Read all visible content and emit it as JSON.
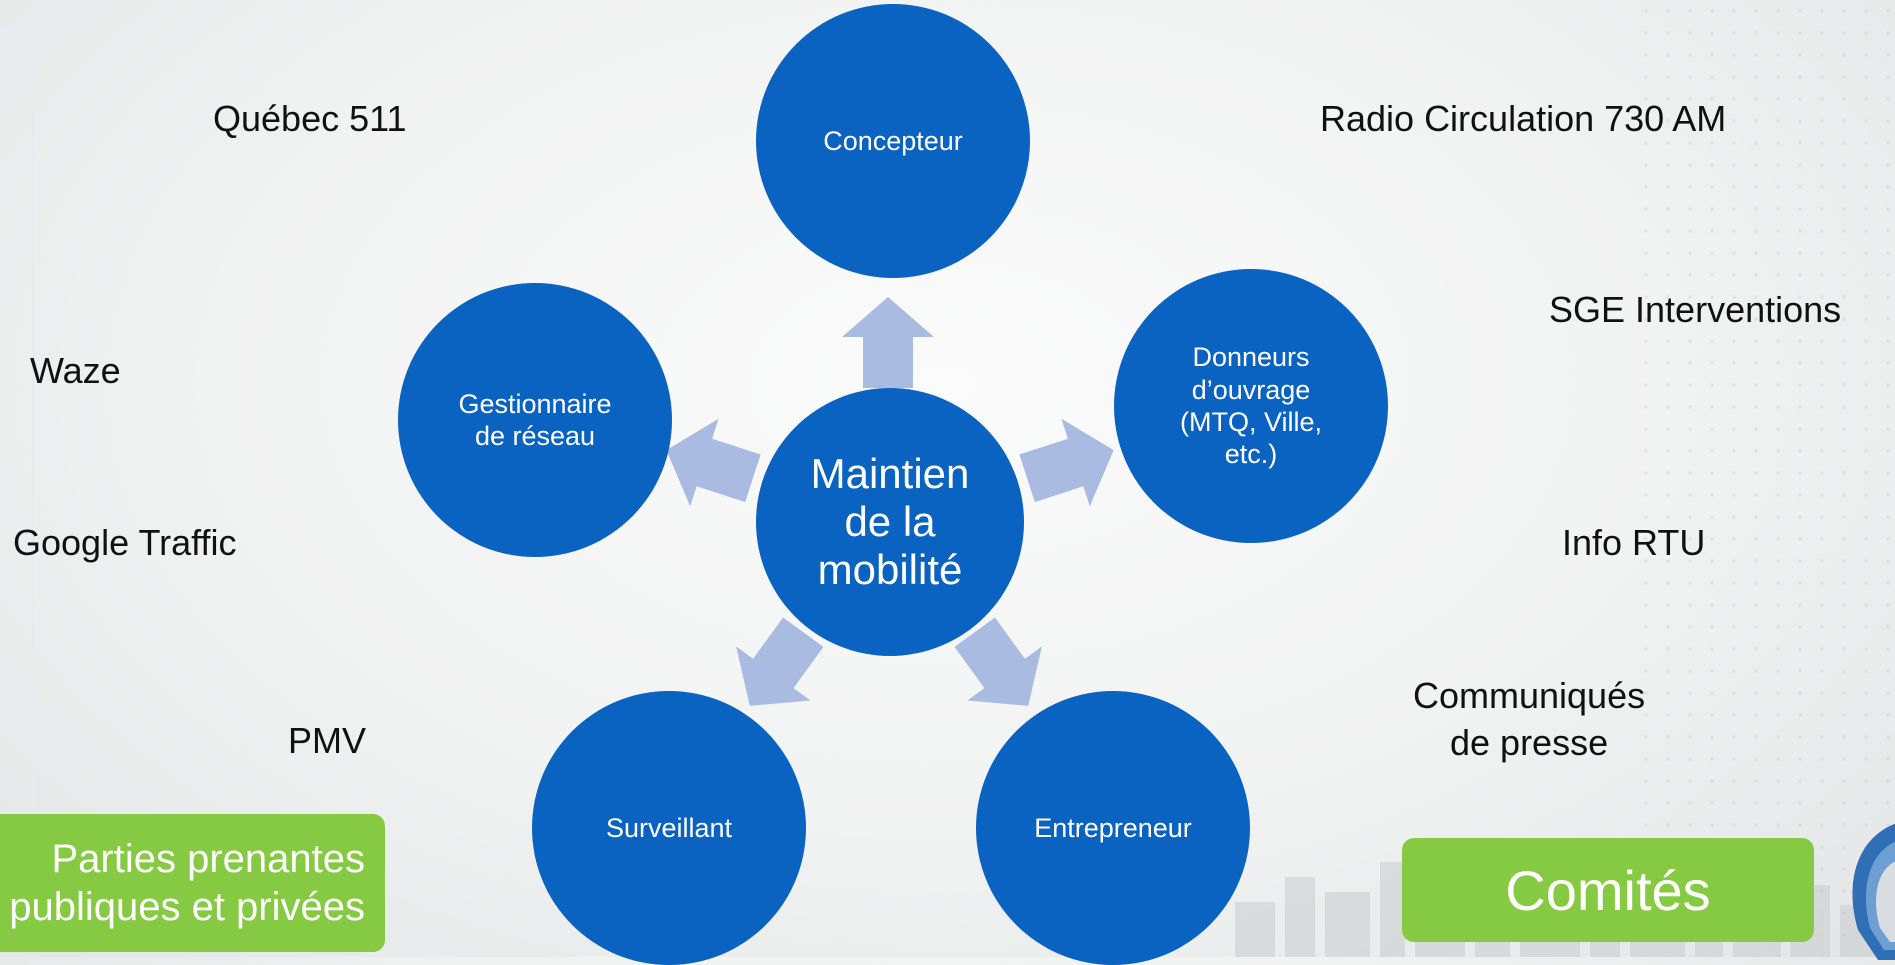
{
  "center": {
    "label": "Maintien\nde la\nmobilité"
  },
  "nodes": {
    "concepteur": "Concepteur",
    "donneurs": "Donneurs\nd’ouvrage\n(MTQ, Ville,\netc.)",
    "entrepreneur": "Entrepreneur",
    "surveillant": "Surveillant",
    "gestionnaire": "Gestionnaire\nde réseau"
  },
  "channels_left": {
    "quebec511": "Québec 511",
    "waze": "Waze",
    "google": "Google Traffic",
    "pmv": "PMV"
  },
  "channels_right": {
    "radio": "Radio Circulation 730 AM",
    "sge": "SGE Interventions",
    "rtu": "Info RTU",
    "communiques": "Communiqués\nde presse"
  },
  "boxes": {
    "left": "Parties prenantes\npubliques et privées",
    "right": "Comités"
  },
  "colors": {
    "circle": "#0a62c1",
    "arrow": "#a9bbe0",
    "box": "#86c943"
  }
}
